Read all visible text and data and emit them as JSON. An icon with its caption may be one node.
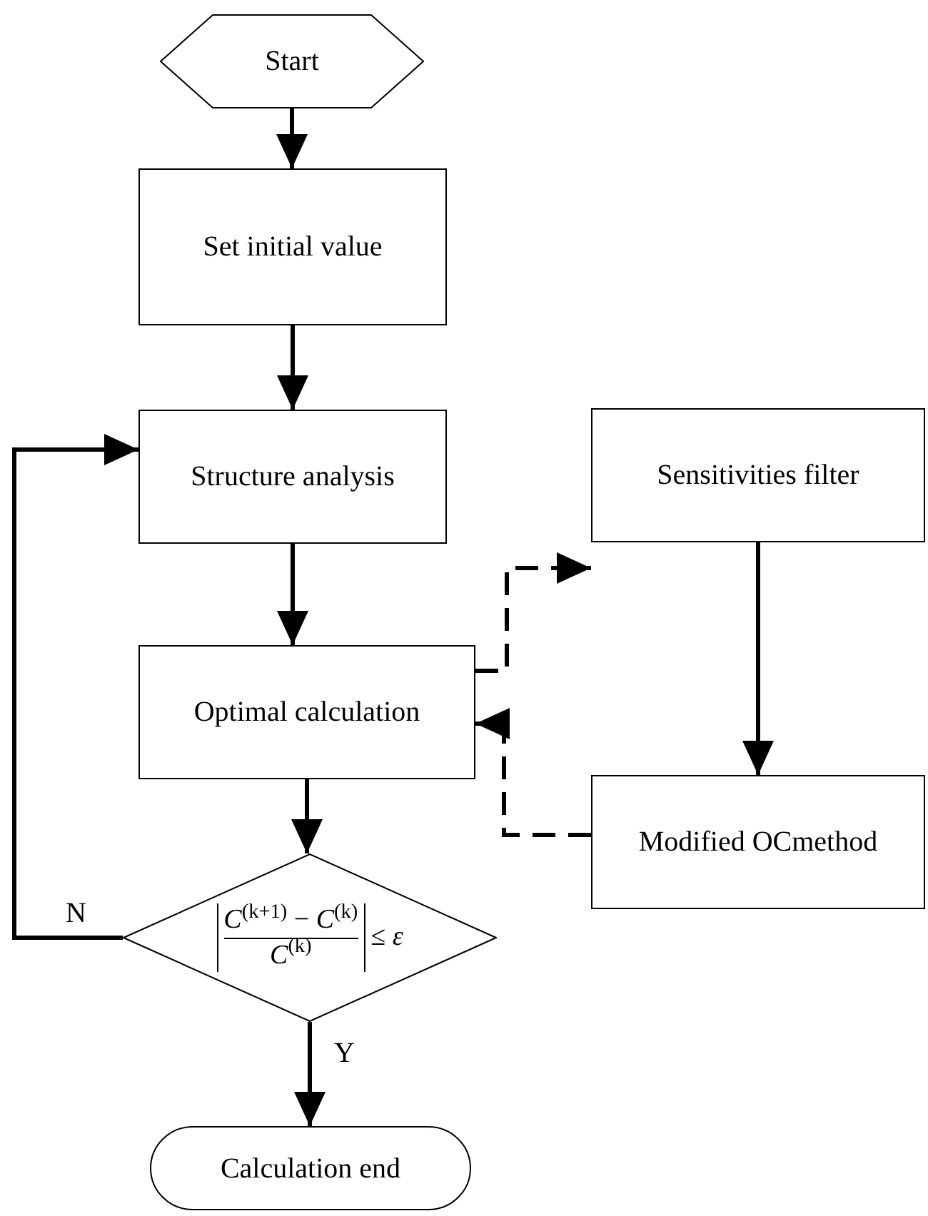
{
  "diagram": {
    "nodes": [
      {
        "text": [
          "Start"
        ]
      },
      {
        "text": [
          "Set initial value"
        ]
      },
      {
        "text": [
          "Structure analysis"
        ]
      },
      {
        "text": [
          "Optimal calculation"
        ]
      },
      {
        "text": [
          "Sensitivities filter"
        ]
      },
      {
        "text": [
          "Modified OCmethod"
        ]
      },
      {
        "text": [
          "*C*$^{(k+1)}$ − *C*$^{(k)}$",
          "*C*$^{(k)}$",
          "≤ *ε*"
        ]
      },
      {
        "text": [
          "Calculation end"
        ]
      }
    ],
    "edges": [
      {
        "from": 0,
        "to": 1,
        "arrow": "to"
      },
      {
        "from": 1,
        "to": 2,
        "arrow": "to"
      },
      {
        "from": 2,
        "to": 3,
        "arrow": "to"
      },
      {
        "from": 3,
        "to": 6,
        "arrow": "to"
      },
      {
        "from": 6,
        "to": 7,
        "label": "Y",
        "arrow": "to"
      },
      {
        "from": 6,
        "to": 2,
        "label": "N",
        "arrow": "to"
      },
      {
        "from": 3,
        "to": 4,
        "arrow": "to",
        "style": "dashed"
      },
      {
        "from": 4,
        "to": 5,
        "arrow": "to"
      },
      {
        "from": 5,
        "to": 3,
        "arrow": "to",
        "style": "dashed"
      }
    ]
  }
}
